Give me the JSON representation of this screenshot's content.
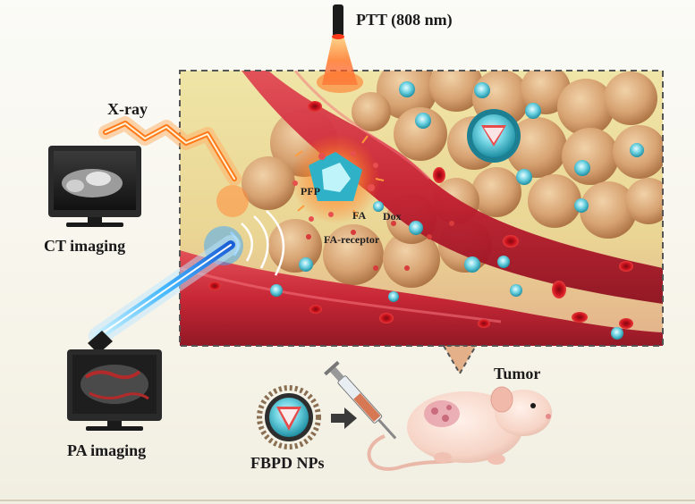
{
  "labels": {
    "ptt": "PTT (808 nm)",
    "xray": "X-ray",
    "ct": "CT imaging",
    "pa": "PA imaging",
    "tumor": "Tumor",
    "fbpd": "FBPD NPs",
    "pfp": "PFP",
    "fa": "FA",
    "dox": "Dox",
    "fa_receptor": "FA-receptor"
  },
  "colors": {
    "panel_bg": "#e9dd9a",
    "vessel": "#c8283a",
    "cell": "#d9a878",
    "nanoparticle": "#33b6c9",
    "laser_blue": "#3aa8ff",
    "xray_glow": "#ff8c3a",
    "ptt_glow": "#ff5a1f"
  }
}
